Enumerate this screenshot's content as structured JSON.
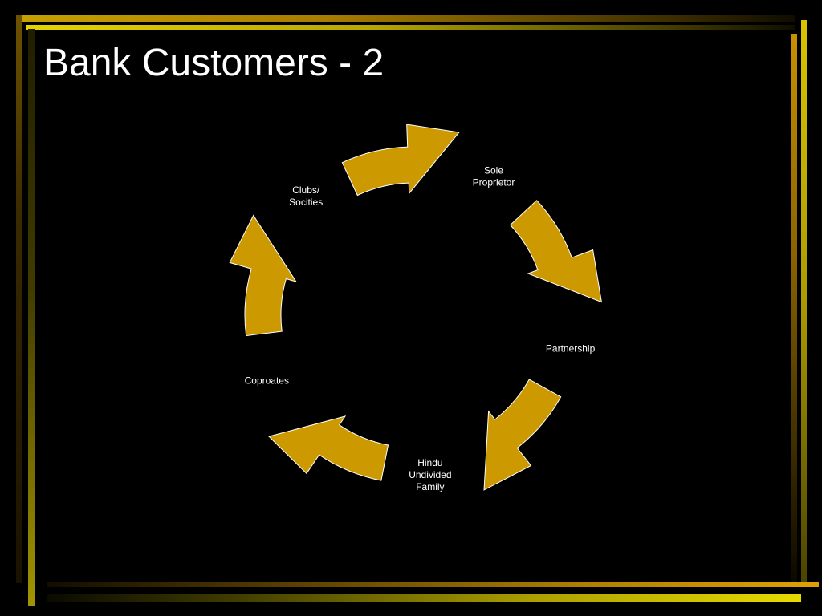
{
  "title": "Bank Customers - 2",
  "colors": {
    "background": "#000000",
    "arrow_fill": "#cc9900",
    "arrow_outline": "#ffffff",
    "text": "#ffffff"
  },
  "cycle": {
    "nodes": [
      {
        "lines": [
          "Sole",
          "Proprietor"
        ]
      },
      {
        "lines": [
          "Partnership"
        ]
      },
      {
        "lines": [
          "Hindu",
          "Undivided",
          "Family"
        ]
      },
      {
        "lines": [
          "Coproates"
        ]
      },
      {
        "lines": [
          "Clubs/",
          "Socities"
        ]
      }
    ]
  }
}
